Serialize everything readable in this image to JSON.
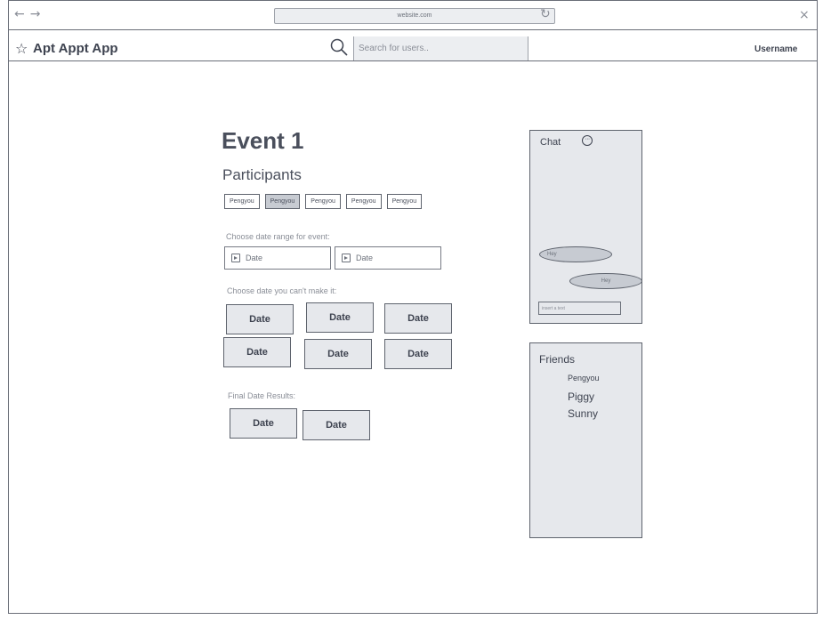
{
  "browser": {
    "url": "website.com"
  },
  "app": {
    "title": "Apt Appt App",
    "search_placeholder": "Search for users..",
    "username": "Username"
  },
  "event": {
    "title": "Event 1",
    "participants_heading": "Participants",
    "participants": [
      {
        "name": "Pengyou",
        "selected": false
      },
      {
        "name": "Pengyou",
        "selected": true
      },
      {
        "name": "Pengyou",
        "selected": false
      },
      {
        "name": "Pengyou",
        "selected": false
      },
      {
        "name": "Pengyou",
        "selected": false
      }
    ],
    "date_range_label": "Choose date range for event:",
    "date_range_fields": [
      "Date",
      "Date"
    ],
    "cant_make_label": "Choose date you can't make it:",
    "cant_make_dates": [
      "Date",
      "Date",
      "Date",
      "Date",
      "Date",
      "Date"
    ],
    "final_label": "Final Date Results:",
    "final_dates": [
      "Date",
      "Date"
    ]
  },
  "chat": {
    "title": "Chat",
    "messages": [
      "Hey",
      "Hey"
    ],
    "input_placeholder": "insert a text"
  },
  "friends": {
    "title": "Friends",
    "items": [
      "Pengyou",
      "Piggy",
      "Sunny"
    ]
  }
}
